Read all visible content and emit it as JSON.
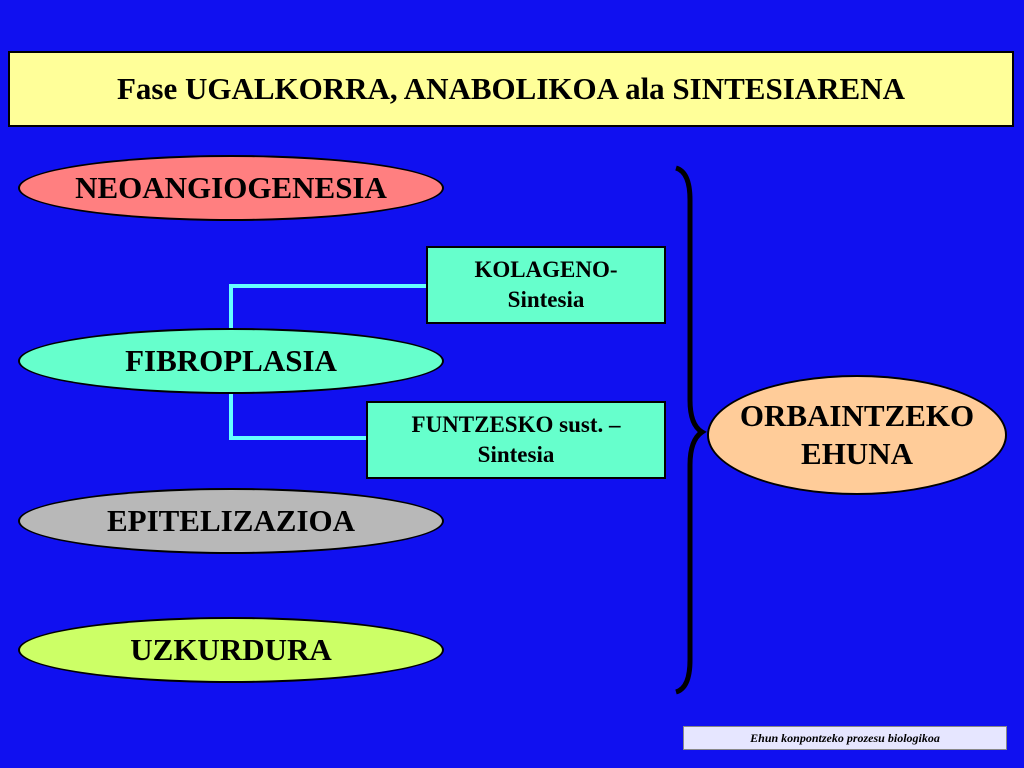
{
  "title": "Fase UGALKORRA, ANABOLIKOA ala SINTESIARENA",
  "nodes": {
    "neoangiogenesia": "NEOANGIOGENESIA",
    "fibroplasia": "FIBROPLASIA",
    "epitelizazioa": "EPITELIZAZIOA",
    "uzkurdura": "UZKURDURA",
    "kolageno_line1": "KOLAGENO-",
    "kolageno_line2": "Sintesia",
    "funtzesko_line1": "FUNTZESKO sust. –",
    "funtzesko_line2": "Sintesia",
    "orbaintzeko_line1": "ORBAINTZEKO",
    "orbaintzeko_line2": "EHUNA"
  },
  "footer": "Ehun konpontzeko prozesu biologikoa",
  "colors": {
    "background": "#1010f0",
    "title_bg": "#ffff99",
    "neoangiogenesia": "#ff7f80",
    "fibroplasia": "#66ffcc",
    "epitelizazioa": "#b8b8b8",
    "uzkurdura": "#ccff66",
    "orbaintzeko": "#ffcc99",
    "connector": "#66ffff"
  }
}
